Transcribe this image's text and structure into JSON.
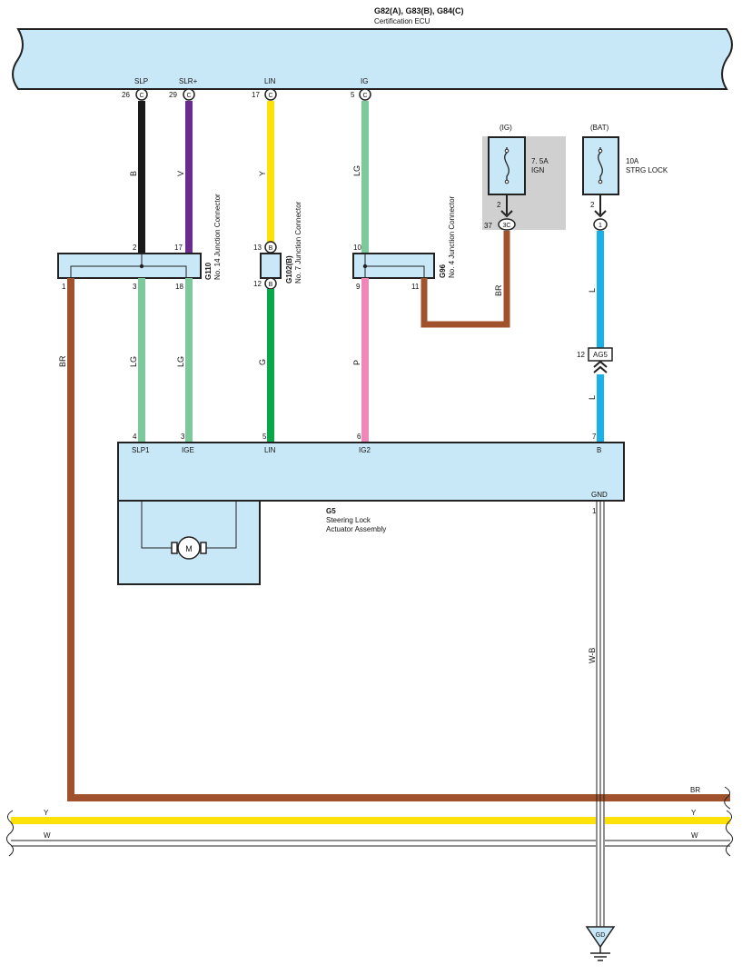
{
  "ecu": {
    "connectors": "G82(A), G83(B), G84(C)",
    "name": "Certification ECU",
    "pins": [
      {
        "num": "26",
        "conn": "C",
        "label": "SLP"
      },
      {
        "num": "29",
        "conn": "C",
        "label": "SLR+"
      },
      {
        "num": "17",
        "conn": "C",
        "label": "LIN"
      },
      {
        "num": "5",
        "conn": "C",
        "label": "IG"
      }
    ]
  },
  "wire_colors": {
    "B": "#1a1a1a",
    "V": "#6a2c8f",
    "Y": "#ffe10a",
    "LG": "#7dc99b",
    "G": "#0aa64a",
    "P": "#ef87b8",
    "BR": "#a0522d",
    "L": "#1ab0e8",
    "W": "#ffffff"
  },
  "wires": {
    "b": "B",
    "v": "V",
    "y": "Y",
    "lg_top": "LG",
    "br_left": "BR",
    "lg1": "LG",
    "lg2": "LG",
    "g": "G",
    "p": "P",
    "br_ign": "BR",
    "l_top": "L",
    "l_bot": "L",
    "wb": "W-B",
    "bus_br": "BR",
    "bus_y": "Y",
    "bus_w": "W"
  },
  "junctions": {
    "g110": {
      "code": "G110",
      "name": "No. 14 Junction Connector",
      "pins": [
        "2",
        "17",
        "1",
        "3",
        "18"
      ]
    },
    "g102": {
      "code": "G102(B)",
      "name": "No. 7 Junction Connector",
      "pins": [
        "13",
        "12"
      ],
      "conn": "B"
    },
    "g96": {
      "code": "G96",
      "name": "No. 4 Junction Connector",
      "pins": [
        "10",
        "9",
        "11"
      ]
    }
  },
  "fuses": {
    "ign": {
      "supply": "(IG)",
      "rating": "7. 5A",
      "name": "IGN",
      "pin": "2",
      "conn_num": "37",
      "conn": "3C"
    },
    "strg": {
      "supply": "(BAT)",
      "rating": "10A",
      "name": "STRG LOCK",
      "pin": "2",
      "conn": "1"
    }
  },
  "inline_connector": {
    "num": "12",
    "name": "AG5"
  },
  "actuator": {
    "code": "G5",
    "name_line1": "Steering Lock",
    "name_line2": "Actuator Assembly",
    "pins": [
      {
        "num": "4",
        "label": "SLP1"
      },
      {
        "num": "3",
        "label": "IGE"
      },
      {
        "num": "5",
        "label": "LIN"
      },
      {
        "num": "6",
        "label": "IG2"
      },
      {
        "num": "7",
        "label": "B"
      }
    ],
    "gnd_label": "GND",
    "gnd_pin": "1",
    "motor": "M"
  },
  "ground": "GD",
  "colors": {
    "component_fill": "#c8e8f8",
    "fuse_shade": "#d0d0d0"
  }
}
